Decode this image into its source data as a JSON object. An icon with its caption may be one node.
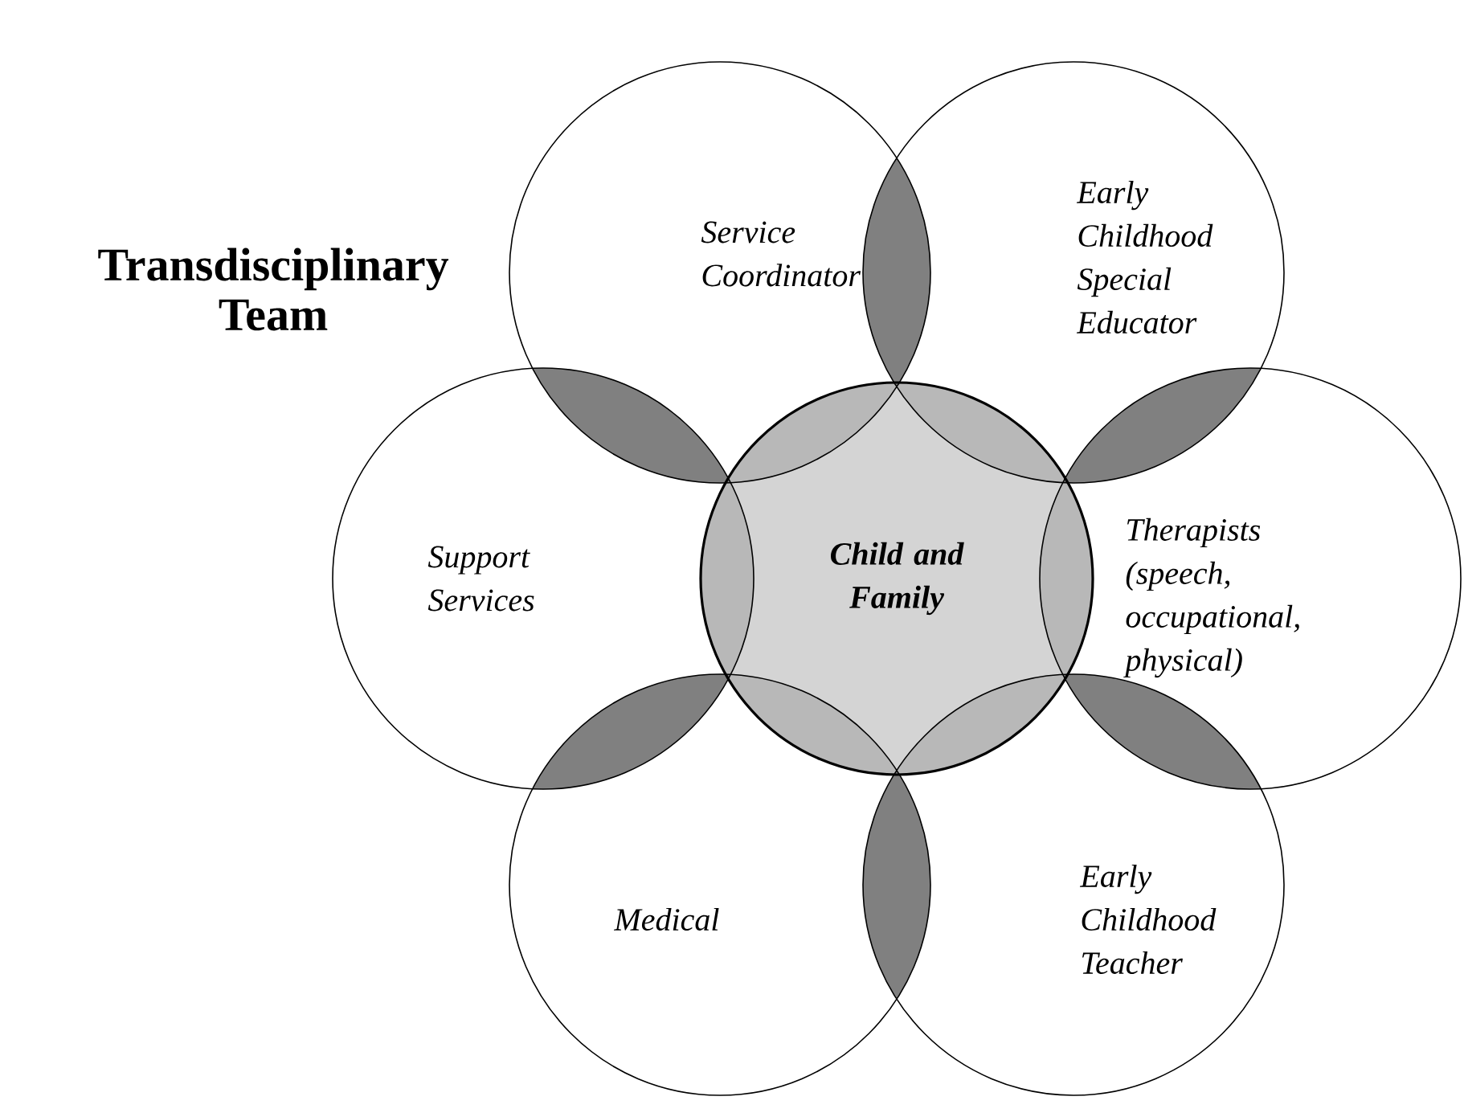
{
  "diagram": {
    "title": "Transdisciplinary Team",
    "nodes": [
      {
        "text": [
          "Service Coordinator"
        ]
      },
      {
        "text": [
          "Early Childhood Special Educator"
        ]
      },
      {
        "text": [
          "Support Services"
        ]
      },
      {
        "text": [
          "Child and Family"
        ]
      },
      {
        "text": [
          "Therapists (speech, occupational, physical)"
        ]
      },
      {
        "text": [
          "Medical"
        ]
      },
      {
        "text": [
          "Early Childhood Teacher"
        ]
      }
    ]
  }
}
